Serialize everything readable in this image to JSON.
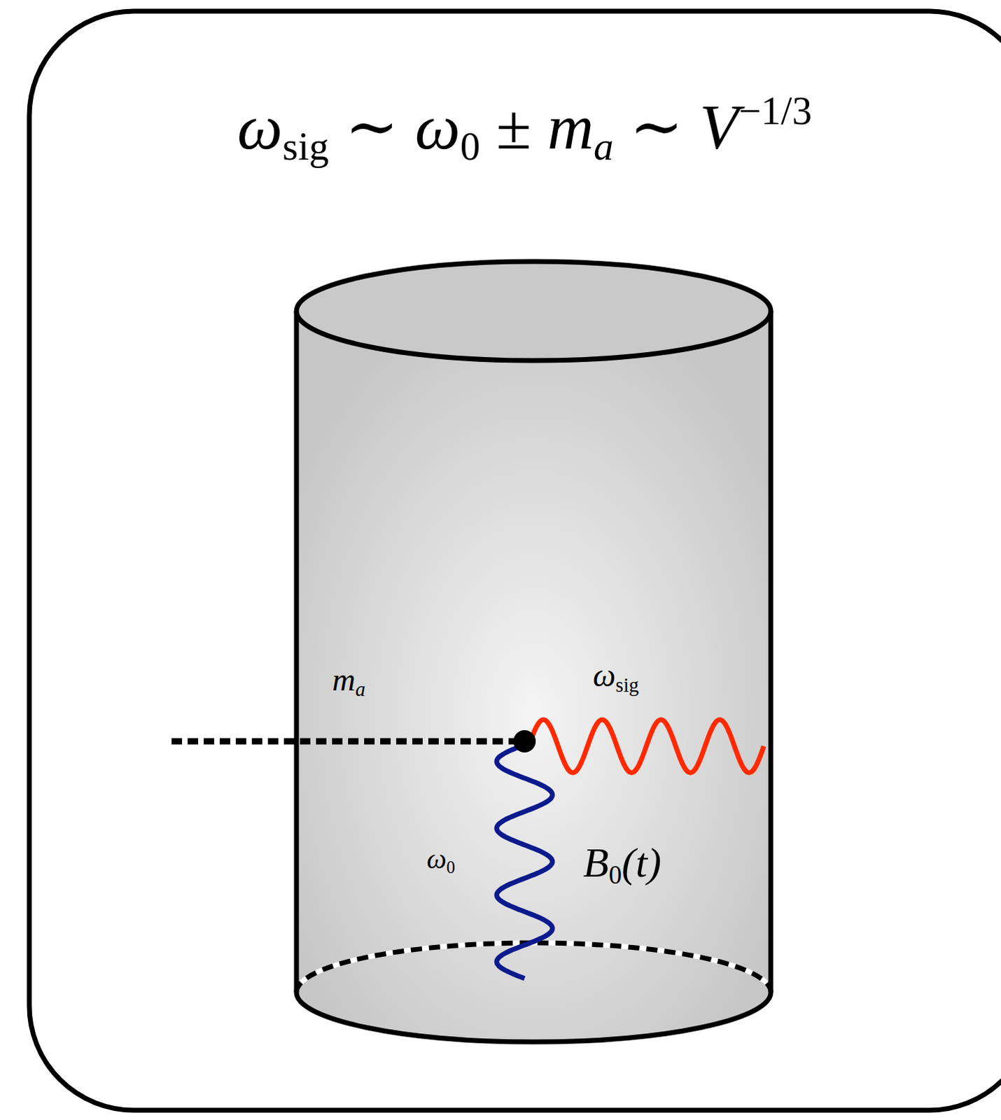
{
  "diagram": {
    "title": "ωsig ∼ ω0 ± ma ∼ V−1/3",
    "labels": [
      "ma",
      "ωsig",
      "ω0",
      "B0(t)"
    ]
  }
}
